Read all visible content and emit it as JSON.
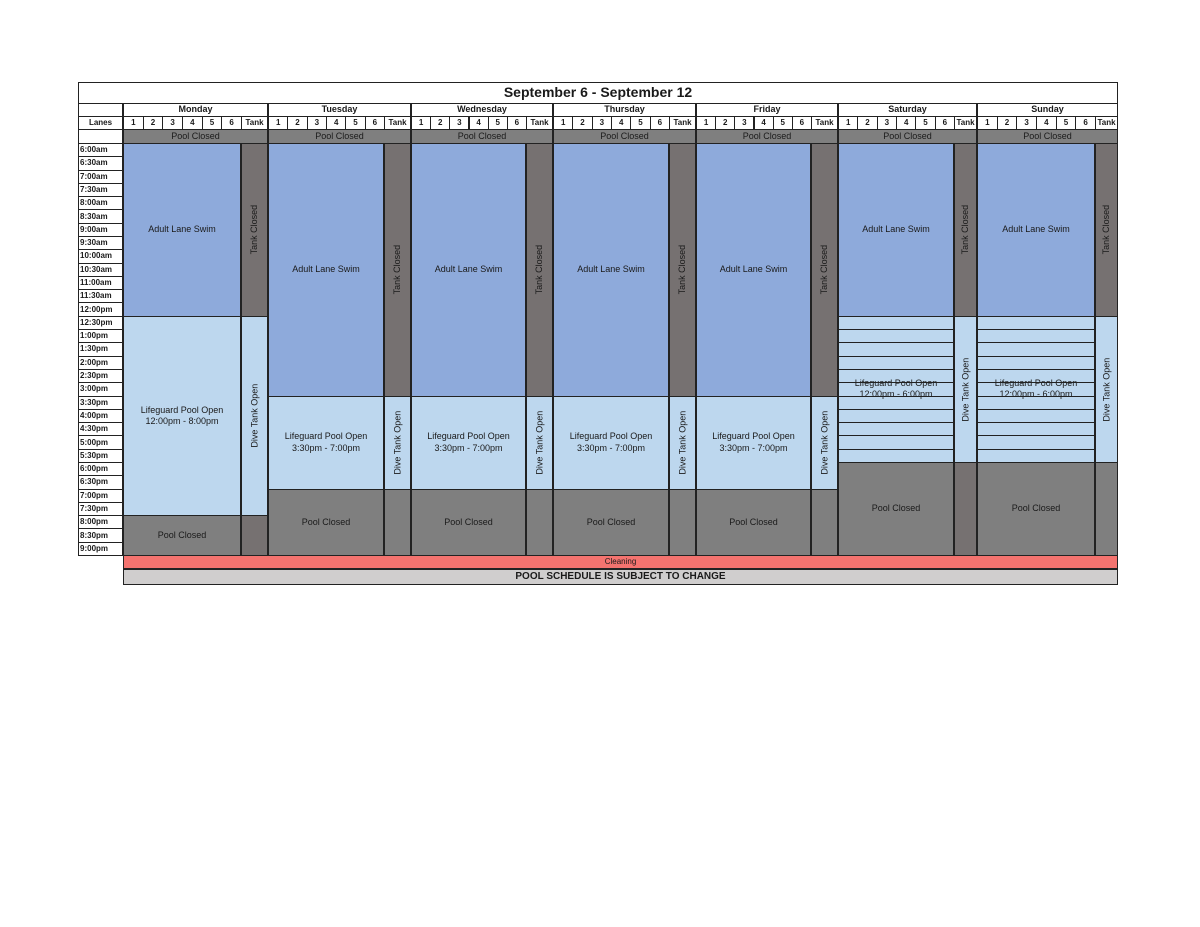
{
  "title": "September 6 - September 12",
  "lanes_label": "Lanes",
  "lane_headers": [
    "1",
    "2",
    "3",
    "4",
    "5",
    "6",
    "Tank"
  ],
  "top_row_label": "Pool Closed",
  "times": [
    "6:00am",
    "6:30am",
    "7:00am",
    "7:30am",
    "8:00am",
    "8:30am",
    "9:00am",
    "9:30am",
    "10:00am",
    "10:30am",
    "11:00am",
    "11:30am",
    "12:00pm",
    "12:30pm",
    "1:00pm",
    "1:30pm",
    "2:00pm",
    "2:30pm",
    "3:00pm",
    "3:30pm",
    "4:00pm",
    "4:30pm",
    "5:00pm",
    "5:30pm",
    "6:00pm",
    "6:30pm",
    "7:00pm",
    "7:30pm",
    "8:00pm",
    "8:30pm",
    "9:00pm"
  ],
  "days": [
    {
      "name": "Monday",
      "pool": [
        {
          "type": "adult",
          "label": "Adult Lane Swim",
          "from": "6:00am",
          "to": "12:00pm"
        },
        {
          "type": "lg",
          "label": "Lifeguard Pool Open",
          "sub": "12:00pm - 8:00pm",
          "from": "12:30pm",
          "to": "7:30pm"
        },
        {
          "type": "closed",
          "label": "Pool Closed",
          "from": "8:00pm",
          "to": "9:00pm"
        }
      ],
      "tank": [
        {
          "type": "tankc",
          "label": "Tank Closed",
          "from": "6:00am",
          "to": "12:00pm"
        },
        {
          "type": "lg",
          "label": "Dive Tank Open",
          "from": "12:30pm",
          "to": "7:30pm"
        },
        {
          "type": "tankc",
          "label": "",
          "from": "8:00pm",
          "to": "9:00pm"
        }
      ]
    },
    {
      "name": "Tuesday",
      "pool": [
        {
          "type": "adult",
          "label": "Adult Lane Swim",
          "from": "6:00am",
          "to": "3:00pm"
        },
        {
          "type": "lg",
          "label": "Lifeguard Pool Open",
          "sub": "3:30pm - 7:00pm",
          "from": "3:30pm",
          "to": "6:30pm"
        },
        {
          "type": "closed",
          "label": "Pool Closed",
          "from": "7:00pm",
          "to": "9:00pm"
        }
      ],
      "tank": [
        {
          "type": "tankc",
          "label": "Tank Closed",
          "from": "6:00am",
          "to": "3:00pm"
        },
        {
          "type": "lg",
          "label": "Dive Tank Open",
          "from": "3:30pm",
          "to": "6:30pm"
        },
        {
          "type": "closed",
          "label": "",
          "from": "7:00pm",
          "to": "9:00pm"
        }
      ]
    },
    {
      "name": "Wednesday",
      "pool": [
        {
          "type": "adult",
          "label": "Adult Lane Swim",
          "from": "6:00am",
          "to": "3:00pm"
        },
        {
          "type": "lg",
          "label": "Lifeguard Pool Open",
          "sub": "3:30pm - 7:00pm",
          "from": "3:30pm",
          "to": "6:30pm"
        },
        {
          "type": "closed",
          "label": "Pool Closed",
          "from": "7:00pm",
          "to": "9:00pm"
        }
      ],
      "tank": [
        {
          "type": "tankc",
          "label": "Tank Closed",
          "from": "6:00am",
          "to": "3:00pm"
        },
        {
          "type": "lg",
          "label": "Dive Tank Open",
          "from": "3:30pm",
          "to": "6:30pm"
        },
        {
          "type": "closed",
          "label": "",
          "from": "7:00pm",
          "to": "9:00pm"
        }
      ]
    },
    {
      "name": "Thursday",
      "pool": [
        {
          "type": "adult",
          "label": "Adult Lane Swim",
          "from": "6:00am",
          "to": "3:00pm"
        },
        {
          "type": "lg",
          "label": "Lifeguard Pool Open",
          "sub": "3:30pm - 7:00pm",
          "from": "3:30pm",
          "to": "6:30pm"
        },
        {
          "type": "closed",
          "label": "Pool Closed",
          "from": "7:00pm",
          "to": "9:00pm"
        }
      ],
      "tank": [
        {
          "type": "tankc",
          "label": "Tank Closed",
          "from": "6:00am",
          "to": "3:00pm"
        },
        {
          "type": "lg",
          "label": "Dive Tank Open",
          "from": "3:30pm",
          "to": "6:30pm"
        },
        {
          "type": "closed",
          "label": "",
          "from": "7:00pm",
          "to": "9:00pm"
        }
      ]
    },
    {
      "name": "Friday",
      "pool": [
        {
          "type": "adult",
          "label": "Adult Lane Swim",
          "from": "6:00am",
          "to": "3:00pm"
        },
        {
          "type": "lg",
          "label": "Lifeguard Pool Open",
          "sub": "3:30pm - 7:00pm",
          "from": "3:30pm",
          "to": "6:30pm"
        },
        {
          "type": "closed",
          "label": "Pool Closed",
          "from": "7:00pm",
          "to": "9:00pm"
        }
      ],
      "tank": [
        {
          "type": "tankc",
          "label": "Tank Closed",
          "from": "6:00am",
          "to": "3:00pm"
        },
        {
          "type": "lg",
          "label": "Dive Tank Open",
          "from": "3:30pm",
          "to": "6:30pm"
        },
        {
          "type": "closed",
          "label": "",
          "from": "7:00pm",
          "to": "9:00pm"
        }
      ]
    },
    {
      "name": "Saturday",
      "pool": [
        {
          "type": "adult",
          "label": "Adult Lane Swim",
          "from": "6:00am",
          "to": "12:00pm"
        },
        {
          "type": "lg",
          "label": "Lifeguard Pool Open",
          "sub": "12:00pm - 6:00pm",
          "from": "12:30pm",
          "to": "5:30pm",
          "lined": true
        },
        {
          "type": "closed",
          "label": "Pool Closed",
          "from": "6:00pm",
          "to": "9:00pm"
        }
      ],
      "tank": [
        {
          "type": "tankc",
          "label": "Tank Closed",
          "from": "6:00am",
          "to": "12:00pm"
        },
        {
          "type": "lg",
          "label": "Dive Tank Open",
          "from": "12:30pm",
          "to": "5:30pm"
        },
        {
          "type": "tankc",
          "label": "",
          "from": "6:00pm",
          "to": "9:00pm"
        }
      ]
    },
    {
      "name": "Sunday",
      "pool": [
        {
          "type": "adult",
          "label": "Adult Lane Swim",
          "from": "6:00am",
          "to": "12:00pm"
        },
        {
          "type": "lg",
          "label": "Lifeguard Pool Open",
          "sub": "12:00pm - 6:00pm",
          "from": "12:30pm",
          "to": "5:30pm",
          "lined": true
        },
        {
          "type": "closed",
          "label": "Pool Closed",
          "from": "6:00pm",
          "to": "9:00pm"
        }
      ],
      "tank": [
        {
          "type": "tankc",
          "label": "Tank Closed",
          "from": "6:00am",
          "to": "12:00pm"
        },
        {
          "type": "lg",
          "label": "Dive Tank Open",
          "from": "12:30pm",
          "to": "5:30pm"
        },
        {
          "type": "closed",
          "label": "",
          "from": "6:00pm",
          "to": "9:00pm"
        }
      ]
    }
  ],
  "cleaning": "Cleaning",
  "notice": "POOL SCHEDULE IS SUBJECT TO CHANGE"
}
